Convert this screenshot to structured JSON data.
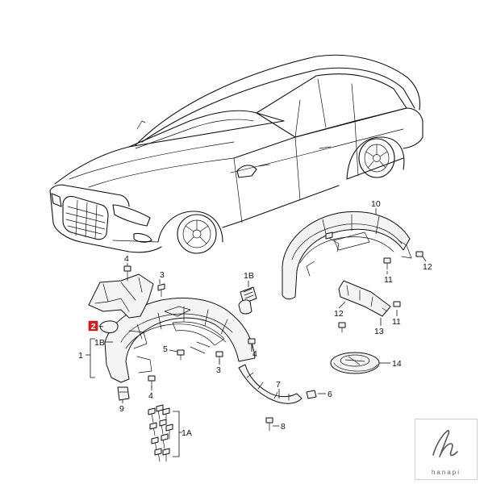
{
  "diagram": {
    "highlight_color": "#d41f1f",
    "callouts": [
      {
        "id": "c2",
        "text": "2",
        "highlighted": true
      },
      {
        "id": "c1",
        "text": "1"
      },
      {
        "id": "c1b-left",
        "text": "1B"
      },
      {
        "id": "c1b-top",
        "text": "1B"
      },
      {
        "id": "c1a",
        "text": "1A"
      },
      {
        "id": "c3-top",
        "text": "3"
      },
      {
        "id": "c3-mid",
        "text": "3"
      },
      {
        "id": "c4-top",
        "text": "4"
      },
      {
        "id": "c4-right",
        "text": "4"
      },
      {
        "id": "c4-bottom",
        "text": "4"
      },
      {
        "id": "c5",
        "text": "5"
      },
      {
        "id": "c6",
        "text": "6"
      },
      {
        "id": "c7",
        "text": "7"
      },
      {
        "id": "c8",
        "text": "8"
      },
      {
        "id": "c9",
        "text": "9"
      },
      {
        "id": "c10",
        "text": "10"
      },
      {
        "id": "c11-top",
        "text": "11"
      },
      {
        "id": "c11-bottom",
        "text": "11"
      },
      {
        "id": "c12-top",
        "text": "12"
      },
      {
        "id": "c12-mid",
        "text": "12"
      },
      {
        "id": "c13",
        "text": "13"
      },
      {
        "id": "c14",
        "text": "14"
      }
    ]
  },
  "watermark": {
    "brand": "hanapi",
    "icon": "hanapi-logo-icon"
  }
}
